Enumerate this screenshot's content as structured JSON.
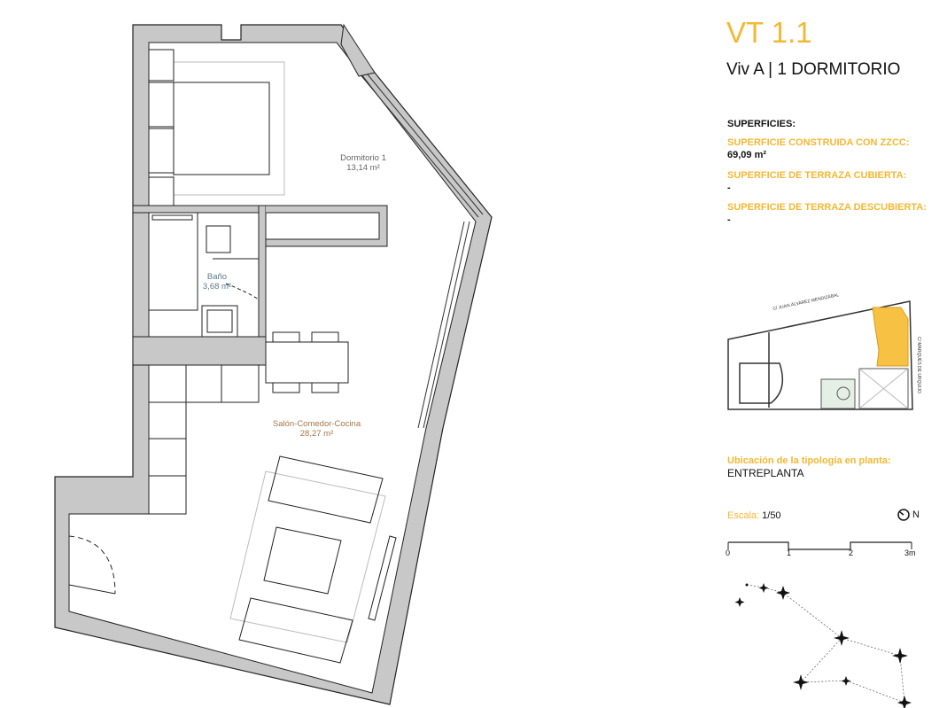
{
  "header": {
    "title": "VT 1.1",
    "subtitle": "Viv A | 1 DORMITORIO"
  },
  "surfaces": {
    "heading": "SUPERFICIES:",
    "items": [
      {
        "label": "SUPERFICIE CONSTRUIDA CON ZZCC:",
        "value": "69,09 m²"
      },
      {
        "label": "SUPERFICIE DE TERRAZA CUBIERTA:",
        "value": "-"
      },
      {
        "label": "SUPERFICIE DE TERRAZA DESCUBIERTA:",
        "value": "-"
      }
    ]
  },
  "rooms": [
    {
      "name": "Dormitorio 1",
      "area": "13,14 m²"
    },
    {
      "name": "Baño",
      "area": "3,68 m²"
    },
    {
      "name": "Salón-Comedor-Cocina",
      "area": "28,27 m²"
    }
  ],
  "keyplan": {
    "street_top": "C/ JUAN ÁLVAREZ MENDIZÁBAL",
    "street_right": "C/ MARQUÉS DE URQUIJO",
    "highlight_color": "#f7c244"
  },
  "location": {
    "label": "Ubicación  de la  tipología en planta:",
    "value": "ENTREPLANTA"
  },
  "scale": {
    "label": "Escala:",
    "value": "1/50",
    "north": "N",
    "ticks": [
      "0",
      "1",
      "2",
      "3m"
    ]
  },
  "colors": {
    "accent": "#f5b731",
    "wall": "#c8c8c8"
  }
}
